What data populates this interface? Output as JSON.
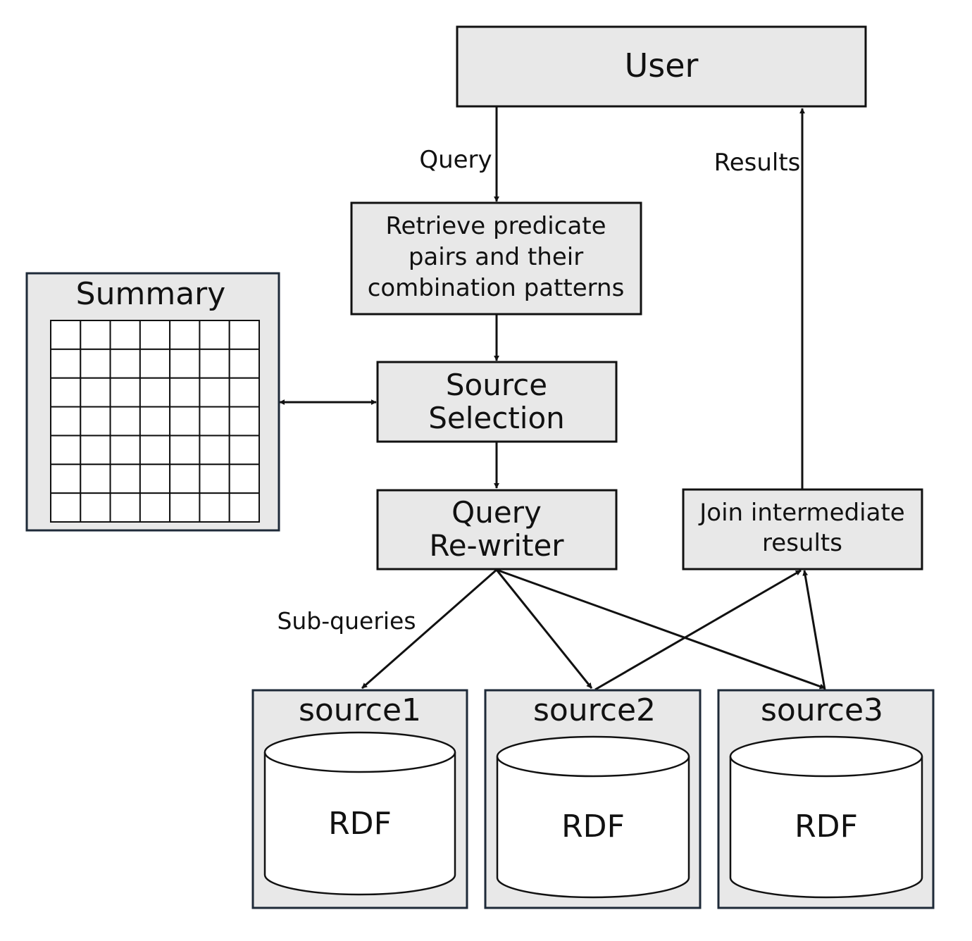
{
  "nodes": {
    "user": {
      "label": "User"
    },
    "retrieve": {
      "lines": [
        "Retrieve predicate",
        "pairs and their",
        "combination patterns"
      ]
    },
    "summary": {
      "label": "Summary",
      "grid_rows": 7,
      "grid_cols": 7
    },
    "source_selection": {
      "lines": [
        "Source",
        "Selection"
      ]
    },
    "query_rewriter": {
      "lines": [
        "Query",
        "Re-writer"
      ]
    },
    "join": {
      "lines": [
        "Join intermediate",
        "results"
      ]
    },
    "source1": {
      "label": "source1",
      "db": "RDF"
    },
    "source2": {
      "label": "source2",
      "db": "RDF"
    },
    "source3": {
      "label": "source3",
      "db": "RDF"
    }
  },
  "edges": {
    "query": {
      "label": "Query"
    },
    "results": {
      "label": "Results"
    },
    "subqueries": {
      "label": "Sub-queries"
    }
  },
  "colors": {
    "box_fill": "#e8e8e8",
    "stroke": "#111111",
    "navy_stroke": "#1e2a38"
  }
}
